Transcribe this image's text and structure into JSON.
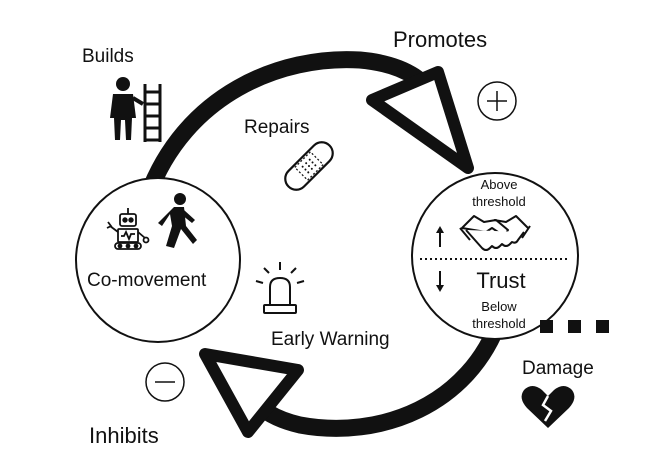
{
  "labels": {
    "builds": "Builds",
    "promotes": "Promotes",
    "repairs": "Repairs",
    "co_movement": "Co-movement",
    "early_warning": "Early Warning",
    "inhibits": "Inhibits",
    "damage": "Damage",
    "above_threshold_1": "Above",
    "above_threshold_2": "threshold",
    "trust": "Trust",
    "below_threshold_1": "Below",
    "below_threshold_2": "threshold"
  },
  "symbols": {
    "plus": "+",
    "minus": "−"
  },
  "icons": [
    "person-ladder-icon",
    "bandage-icon",
    "robot-icon",
    "walking-person-icon",
    "alarm-light-icon",
    "handshake-icon",
    "broken-heart-icon"
  ],
  "colors": {
    "ink": "#111111",
    "background": "#ffffff"
  }
}
